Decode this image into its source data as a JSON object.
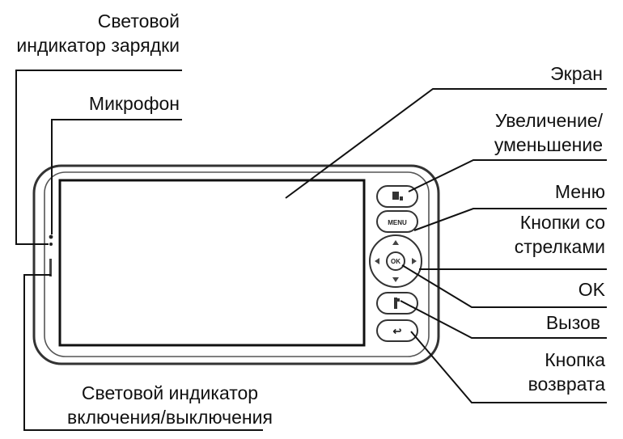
{
  "labels": {
    "charge_indicator": {
      "line1": "Световой",
      "line2": "индикатор зарядки"
    },
    "microphone": "Микрофон",
    "screen": "Экран",
    "zoom": {
      "line1": "Увеличение/",
      "line2": "уменьшение"
    },
    "menu": "Меню",
    "arrow_buttons": {
      "line1": "Кнопки со",
      "line2": "стрелками"
    },
    "ok": "OK",
    "call": "Вызов",
    "back_button": {
      "line1": "Кнопка",
      "line2": "возврата"
    },
    "power_indicator": {
      "line1": "Световой индикатор",
      "line2": "включения/выключения"
    }
  },
  "device": {
    "menu_button_text": "MENU",
    "ok_button_text": "OK",
    "back_button_text": "↩"
  }
}
